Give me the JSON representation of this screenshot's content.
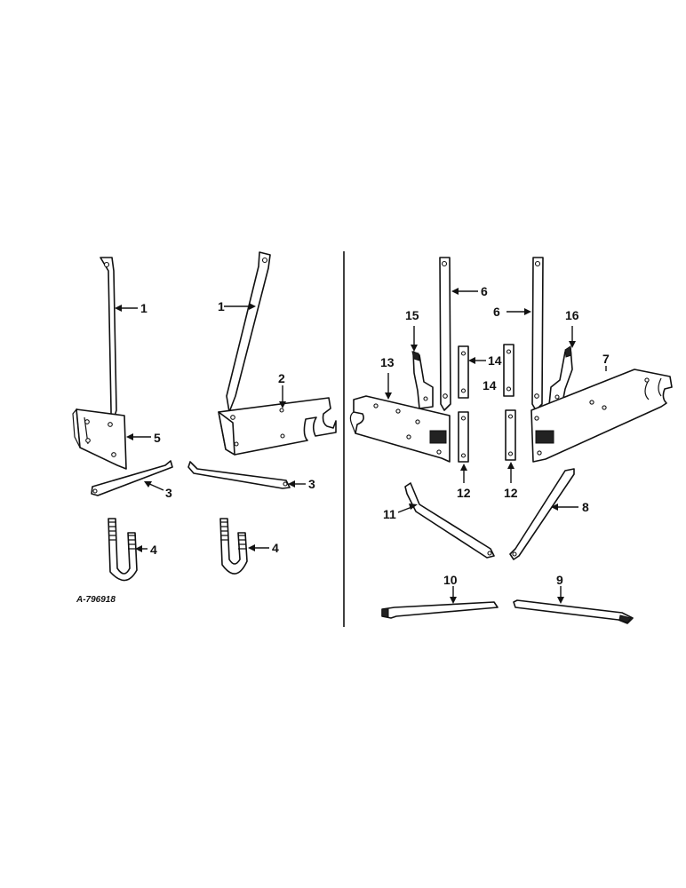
{
  "diagram": {
    "caption": "A-796918",
    "callouts": {
      "c1a": "1",
      "c1b": "1",
      "c2": "2",
      "c3a": "3",
      "c3b": "3",
      "c4a": "4",
      "c4b": "4",
      "c5": "5",
      "c6a": "6",
      "c6b": "6",
      "c7": "7",
      "c8": "8",
      "c9": "9",
      "c10": "10",
      "c11": "11",
      "c12a": "12",
      "c12b": "12",
      "c13": "13",
      "c14a": "14",
      "c14b": "14",
      "c15": "15",
      "c16": "16"
    }
  }
}
